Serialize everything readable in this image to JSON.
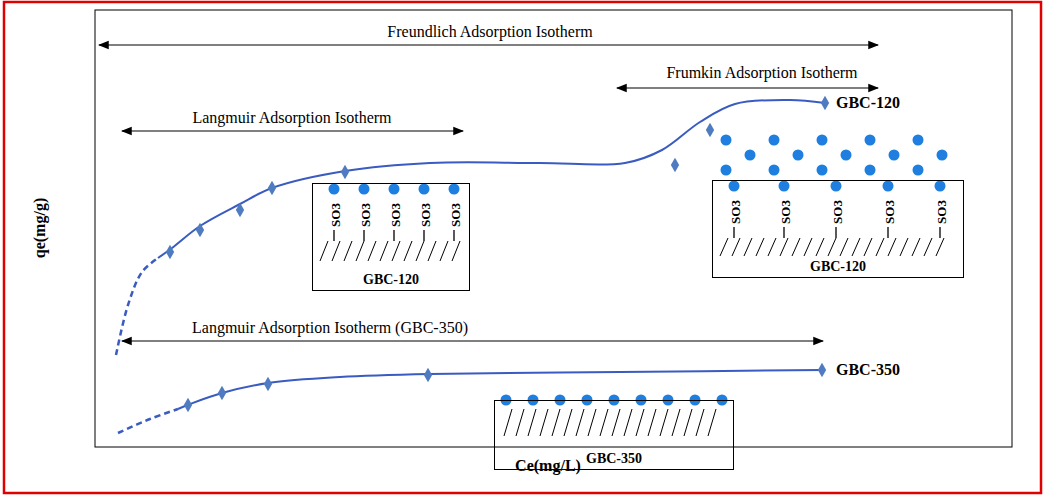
{
  "diagram": {
    "nodes": [
      {
        "text": [
          "SO3",
          "SO3",
          "SO3",
          "SO3",
          "SO3",
          "GBC-120"
        ]
      },
      {
        "text": [
          "SO3",
          "SO3",
          "SO3",
          "SO3",
          "SO3",
          "GBC-120"
        ]
      },
      {
        "text": [
          "GBC-350"
        ]
      }
    ],
    "labels": [
      "Freundlich Adsorption Isotherm",
      "Frumkin Adsorption Isotherm",
      "Langmuir Adsorption Isotherm",
      "GBC-120",
      "Langmuir Adsorption Isotherm (GBC-350)",
      "GBC-350",
      "qe(mg/g)",
      "Ce(mg/L)"
    ]
  }
}
